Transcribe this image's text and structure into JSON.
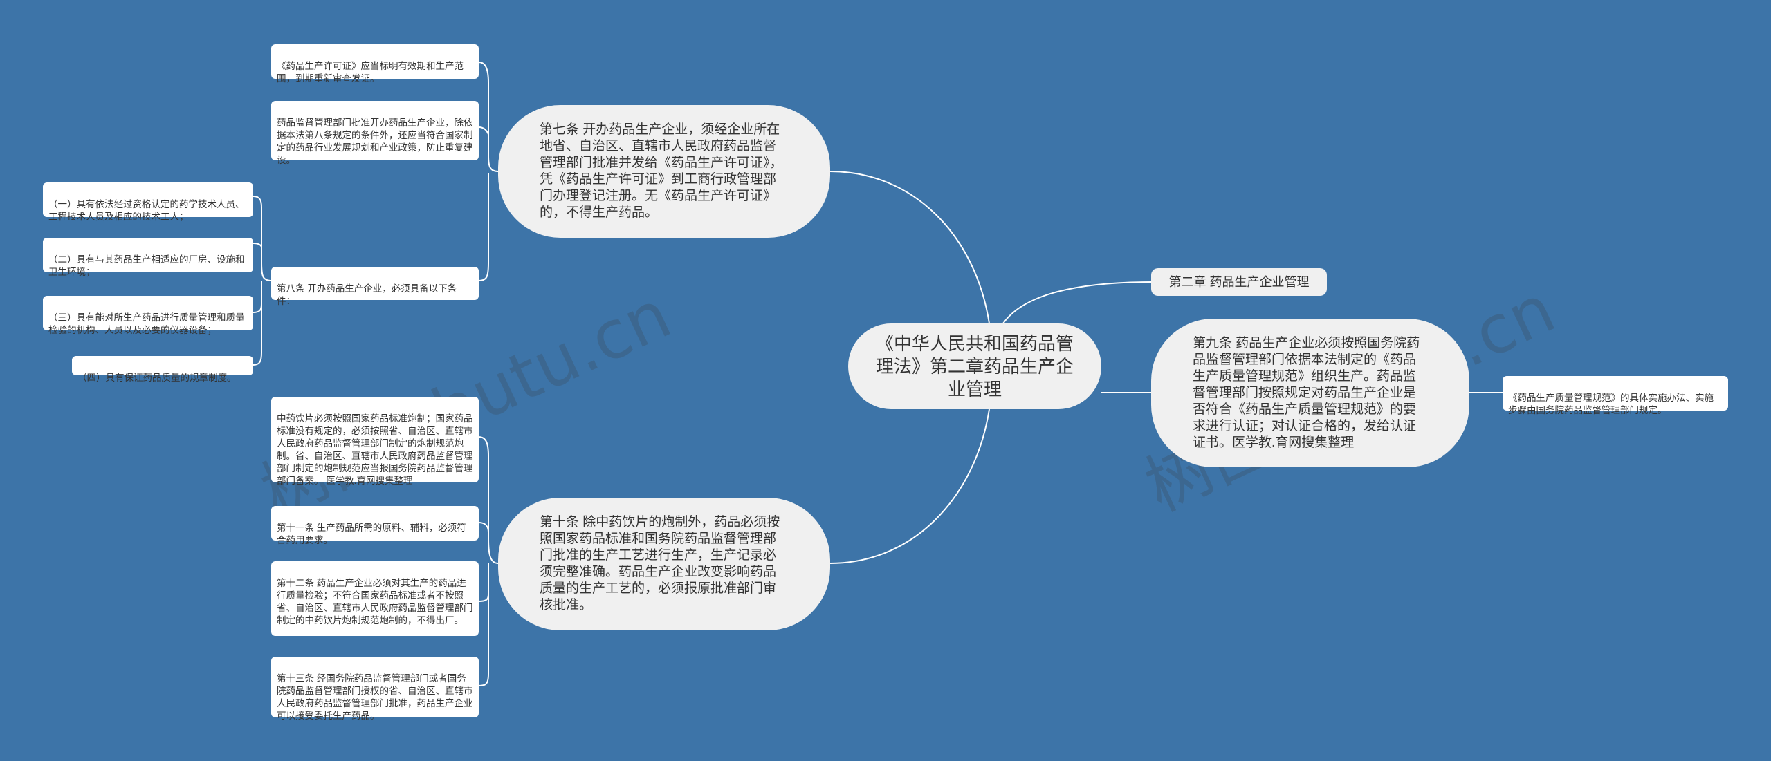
{
  "central": {
    "label": "《中华人民共和国药品管理法》第二章药品生产企业管理"
  },
  "chapter": {
    "label": "第二章 药品生产企业管理"
  },
  "topics": {
    "art7": "第七条 开办药品生产企业，须经企业所在地省、自治区、直辖市人民政府药品监督管理部门批准并发给《药品生产许可证》，凭《药品生产许可证》到工商行政管理部门办理登记注册。无《药品生产许可证》的，不得生产药品。",
    "art10": "第十条 除中药饮片的炮制外，药品必须按照国家药品标准和国务院药品监督管理部门批准的生产工艺进行生产，生产记录必须完整准确。药品生产企业改变影响药品质量的生产工艺的，必须报原批准部门审核批准。",
    "art9": "第九条 药品生产企业必须按照国务院药品监督管理部门依据本法制定的《药品生产质量管理规范》组织生产。药品监督管理部门按照规定对药品生产企业是否符合《药品生产质量管理规范》的要求进行认证；对认证合格的，发给认证证书。医学教.育网搜集整理"
  },
  "details": {
    "art7_a": "《药品生产许可证》应当标明有效期和生产范围，到期重新审查发证。",
    "art7_b": "药品监督管理部门批准开办药品生产企业，除依据本法第八条规定的条件外，还应当符合国家制定的药品行业发展规划和产业政策，防止重复建设。",
    "art8": "第八条 开办药品生产企业，必须具备以下条件：",
    "art8_1": "（一）具有依法经过资格认定的药学技术人员、工程技术人员及相应的技术工人；",
    "art8_2": "（二）具有与其药品生产相适应的厂房、设施和卫生环境；",
    "art8_3": "（三）具有能对所生产药品进行质量管理和质量检验的机构、人员以及必要的仪器设备；",
    "art8_4": "（四）具有保证药品质量的规章制度。",
    "art10_a": "中药饮片必须按照国家药品标准炮制；国家药品标准没有规定的，必须按照省、自治区、直辖市人民政府药品监督管理部门制定的炮制规范炮制。省、自治区、直辖市人民政府药品监督管理部门制定的炮制规范应当报国务院药品监督管理部门备案。 医学教.育网搜集整理",
    "art11": "第十一条 生产药品所需的原料、辅料，必须符合药用要求。",
    "art12": "第十二条 药品生产企业必须对其生产的药品进行质量检验；不符合国家药品标准或者不按照省、自治区、直辖市人民政府药品监督管理部门制定的中药饮片炮制规范炮制的，不得出厂。",
    "art13": "第十三条 经国务院药品监督管理部门或者国务院药品监督管理部门授权的省、自治区、直辖市人民政府药品监督管理部门批准，药品生产企业可以接受委托生产药品。",
    "art9_a": "《药品生产质量管理规范》的具体实施办法、实施步骤由国务院药品监督管理部门规定。"
  },
  "watermark": {
    "text": "树图 shutu.cn"
  },
  "colors": {
    "background": "#3d74a8",
    "node_fill": "#f0f0f0",
    "small_fill": "#ffffff",
    "line": "#ffffff"
  }
}
